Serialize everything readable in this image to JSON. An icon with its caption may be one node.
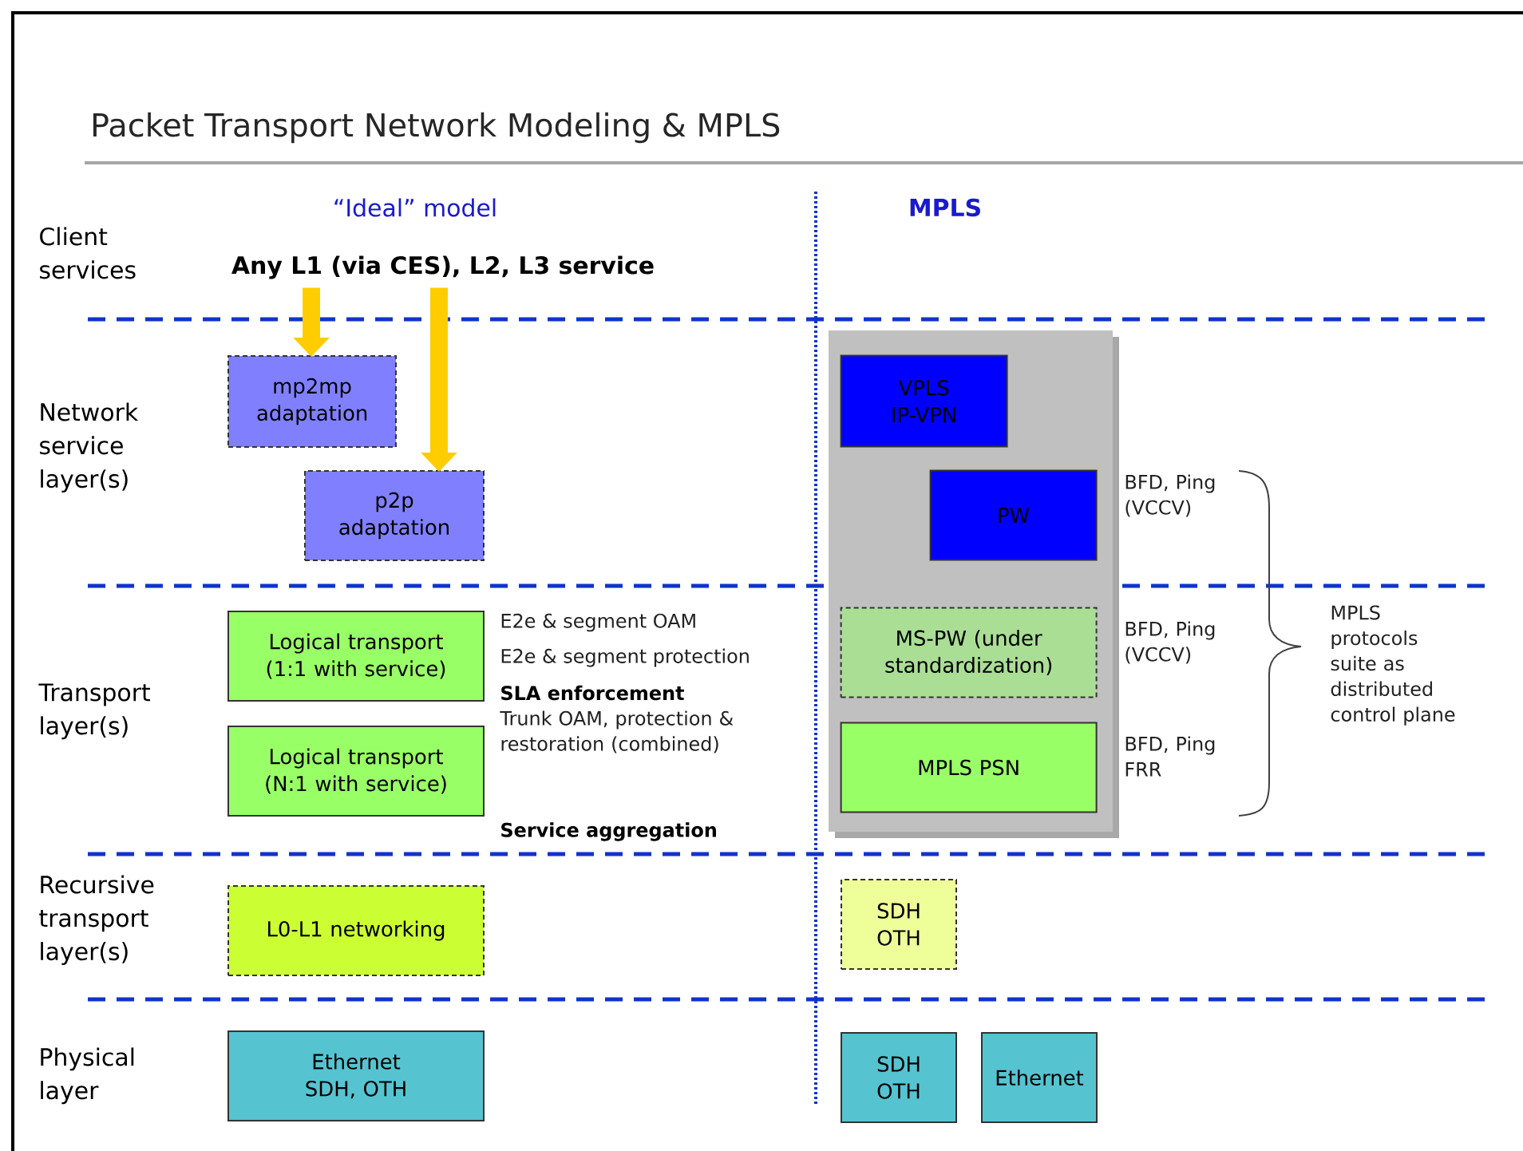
{
  "diagram": {
    "title": "Packet Transport Network Modeling & MPLS",
    "nodes": [
      {
        "text": [
          "Any L1 (via CES), L2, L3 service"
        ]
      },
      {
        "text": [
          "mp2mp adaptation"
        ]
      },
      {
        "text": [
          "p2p adaptation"
        ]
      },
      {
        "text": [],
        "shape": "box"
      },
      {
        "text": [
          "VPLS IP-VPN"
        ],
        "in": 3
      },
      {
        "text": [
          "PW"
        ],
        "in": 3
      },
      {
        "text": [
          "Logical transport (1:1 with service)"
        ]
      },
      {
        "text": [
          "Logical transport (N:1 with service)"
        ]
      },
      {
        "text": [
          "MS-PW (under standardization)"
        ],
        "in": 3
      },
      {
        "text": [
          "MPLS PSN"
        ],
        "in": 3
      },
      {
        "text": [
          "L0-L1 networking"
        ]
      },
      {
        "text": [
          "SDH OTH"
        ]
      },
      {
        "text": [
          "Ethernet SDH, OTH"
        ]
      },
      {
        "text": [
          "SDH OTH"
        ]
      },
      {
        "text": [
          "Ethernet"
        ]
      }
    ],
    "edges": [
      {
        "from": 0,
        "to": 1,
        "arrow": "to"
      },
      {
        "from": 0,
        "to": 2,
        "arrow": "to"
      }
    ],
    "labels": [
      "“Ideal” model",
      "MPLS",
      "Client services",
      "Network service layer(s)",
      "Transport layer(s)",
      "Recursive transport layer(s)",
      "Physical layer",
      "E2e & segment OAM",
      "E2e & segment protection",
      "SLA enforcement",
      "Trunk OAM, protection & restoration (combined)",
      "Service aggregation",
      "BFD, Ping (VCCV)",
      "BFD, Ping (VCCV)",
      "BFD, Ping FRR",
      "MPLS protocols suite as distributed control plane"
    ]
  }
}
